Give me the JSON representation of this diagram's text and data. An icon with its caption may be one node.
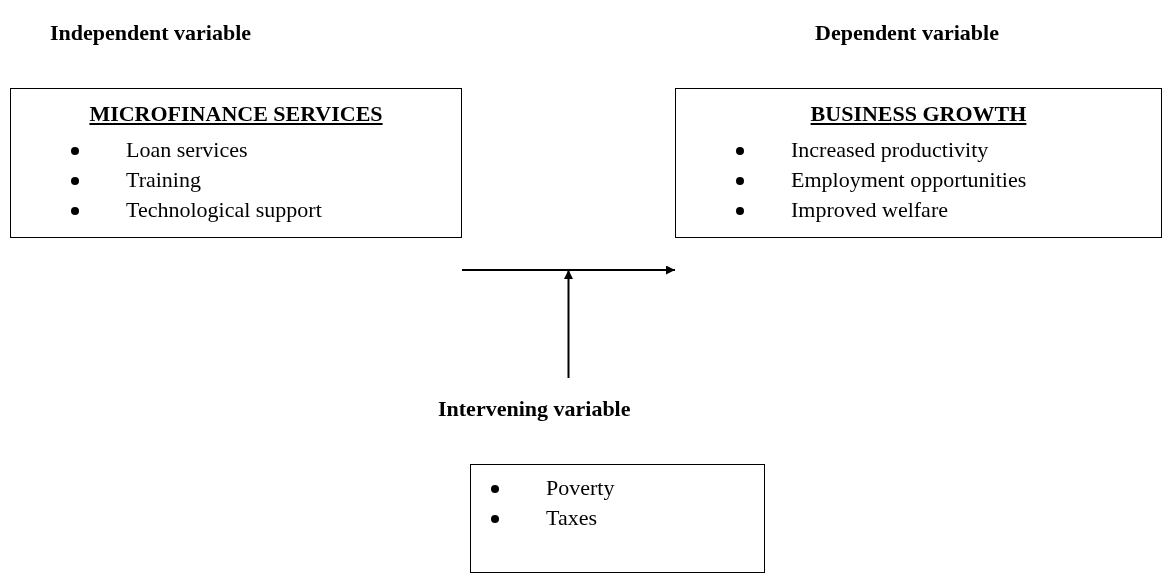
{
  "diagram": {
    "nodes": [
      {
        "text": [
          "Independent variable",
          "MICROFINANCE SERVICES",
          "Loan services",
          "Training",
          "Technological support"
        ]
      },
      {
        "text": [
          "Dependent variable",
          "BUSINESS GROWTH",
          "Increased productivity",
          "Employment opportunities",
          "Improved welfare"
        ]
      },
      {
        "text": [
          "Intervening variable",
          "Poverty",
          "Taxes"
        ]
      }
    ],
    "edges": [
      {
        "from": 0,
        "to": 1,
        "arrow": "to"
      },
      {
        "from": 2,
        "to": null,
        "arrow": "to"
      }
    ]
  }
}
